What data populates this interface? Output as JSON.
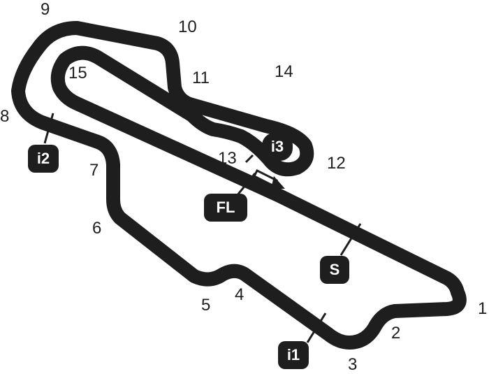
{
  "colors": {
    "track": "#1e1e1e",
    "background": "#ffffff"
  },
  "turns": [
    "1",
    "2",
    "3",
    "4",
    "5",
    "6",
    "7",
    "8",
    "9",
    "10",
    "11",
    "12",
    "13",
    "14",
    "15"
  ],
  "markers": {
    "i1": "i1",
    "i2": "i2",
    "i3": "i3",
    "fl": "FL",
    "s": "S"
  }
}
